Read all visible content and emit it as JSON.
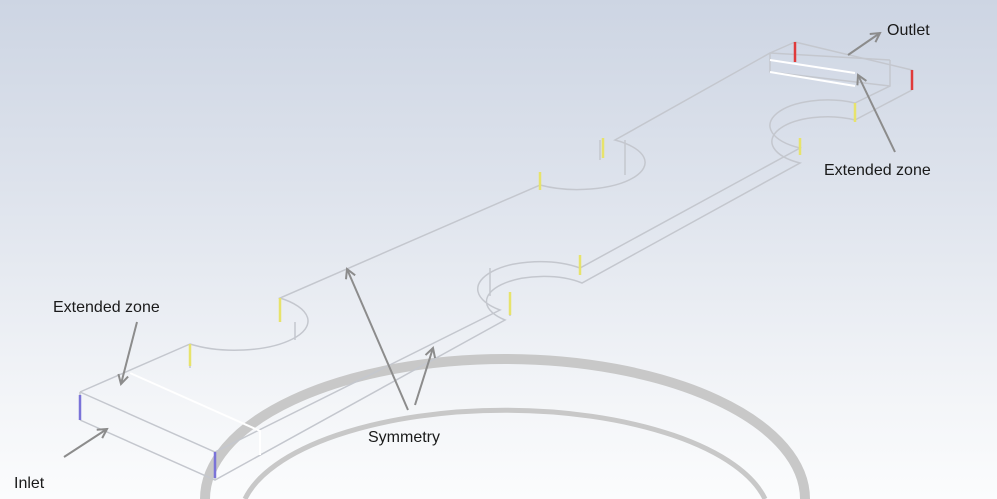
{
  "labels": {
    "outlet": "Outlet",
    "extended_zone_right": "Extended zone",
    "extended_zone_left": "Extended zone",
    "symmetry": "Symmetry",
    "inlet": "Inlet"
  },
  "colors": {
    "edge": "#c4c7ce",
    "white_edge": "#ffffff",
    "inlet_marker": "#7a73d8",
    "outlet_marker": "#e03a3a",
    "interface_marker": "#e7e36b",
    "arrow": "#8c8c8c",
    "ring": "#c8c8c8"
  }
}
